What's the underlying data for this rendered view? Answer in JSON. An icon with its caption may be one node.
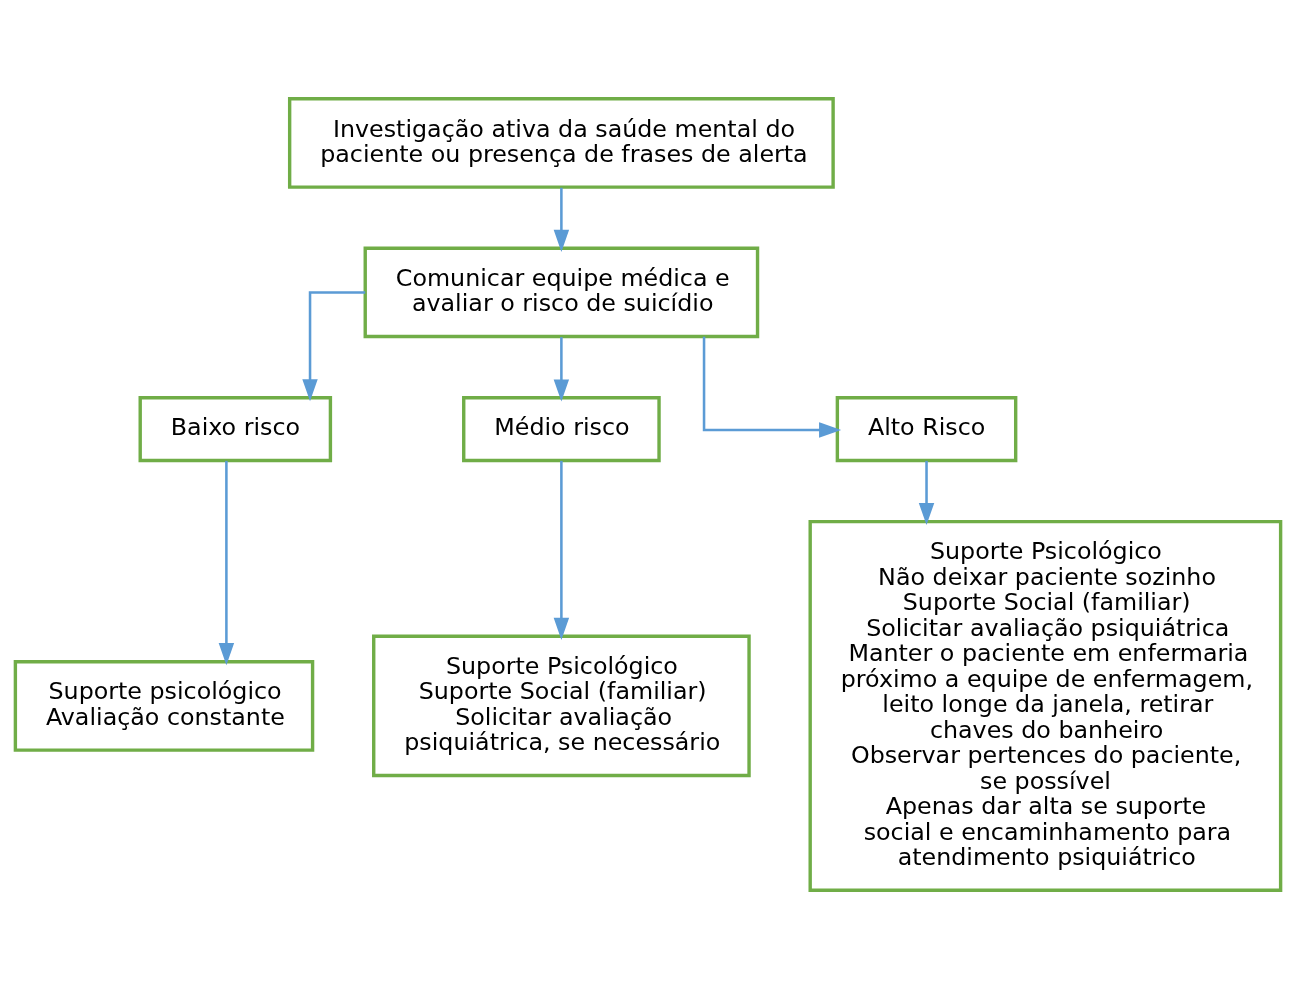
{
  "diagram": {
    "nodes": [
      {
        "text": [
          "Investigação ativa da saúde mental do paciente ou presença de frases de alerta"
        ]
      },
      {
        "text": [
          "Comunicar equipe médica e avaliar o risco de suicídio"
        ]
      },
      {
        "text": [
          "Baixo risco"
        ]
      },
      {
        "text": [
          "Médio risco"
        ]
      },
      {
        "text": [
          "Alto Risco"
        ]
      },
      {
        "text": [
          "Suporte psicológico",
          "Avaliação constante"
        ]
      },
      {
        "text": [
          "Suporte Psicológico",
          "Suporte Social (familiar)",
          "Solicitar avaliação psiquiátrica, se necessário"
        ]
      },
      {
        "text": [
          "Suporte Psicológico",
          "Não deixar paciente sozinho",
          "Suporte Social (familiar)",
          "Solicitar avaliação psiquiátrica",
          "Manter o paciente em enfermaria próximo a equipe de enfermagem, leito longe da janela, retirar chaves do banheiro",
          "Observar pertences do paciente, se possível",
          "Apenas dar alta se suporte social e encaminhamento para atendimento psiquiátrico"
        ]
      }
    ],
    "edges": [
      {
        "from": 0,
        "to": 1,
        "arrow": "to"
      },
      {
        "from": 1,
        "to": 2,
        "arrow": "to"
      },
      {
        "from": 1,
        "to": 3,
        "arrow": "to"
      },
      {
        "from": 1,
        "to": 4,
        "arrow": "to"
      },
      {
        "from": 2,
        "to": 5,
        "arrow": "to"
      },
      {
        "from": 3,
        "to": 6,
        "arrow": "to"
      },
      {
        "from": 4,
        "to": 7,
        "arrow": "to"
      }
    ]
  }
}
